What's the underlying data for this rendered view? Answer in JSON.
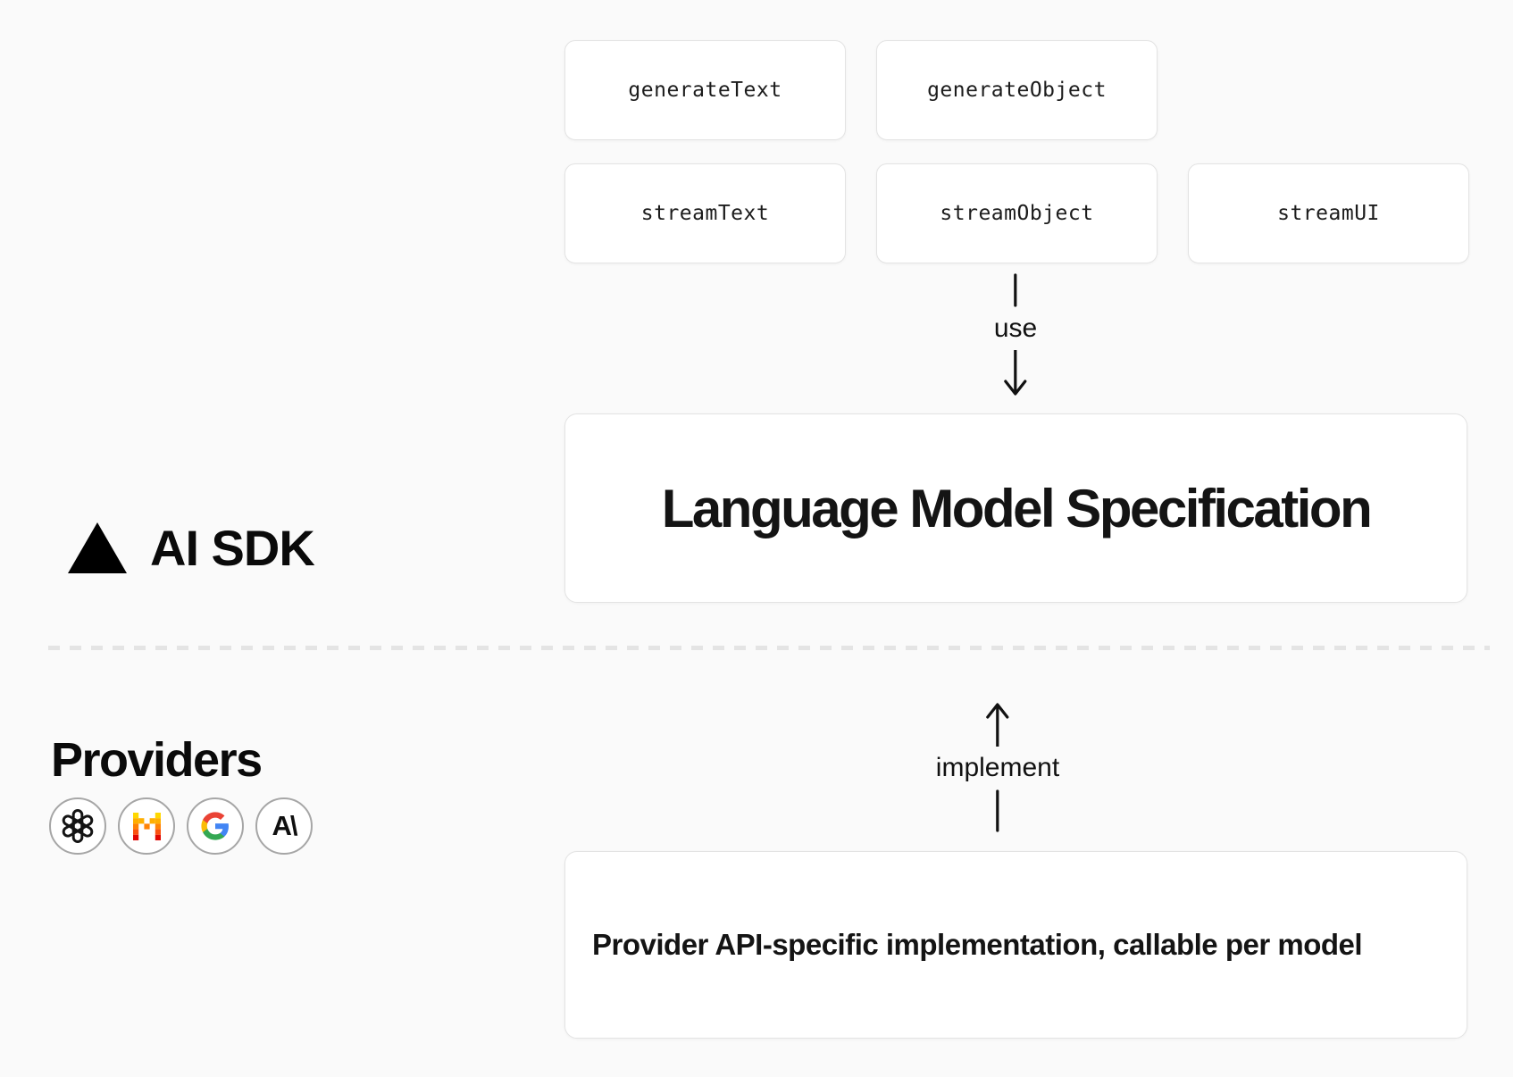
{
  "diagram_title": "AI SDK architecture diagram",
  "colors": {
    "background": "#fafafa",
    "card_background": "#ffffff",
    "card_border": "#e3e3e3",
    "text": "#111111",
    "dashed_divider": "#e4e4e4",
    "provider_circle_border": "#a6a6a6",
    "google_brand": [
      "#4285F4",
      "#34A853",
      "#FBBC05",
      "#EA4335"
    ],
    "mistral_brand": [
      "#FFD800",
      "#FFAF00",
      "#FF8205",
      "#FA500F",
      "#E10500"
    ]
  },
  "ai_sdk": {
    "logo_text": "AI SDK",
    "functions": {
      "row1": [
        {
          "label": "generateText"
        },
        {
          "label": "generateObject"
        }
      ],
      "row2": [
        {
          "label": "streamText"
        },
        {
          "label": "streamObject"
        },
        {
          "label": "streamUI"
        }
      ]
    },
    "use_arrow_label": "use",
    "spec_box": {
      "title": "Language Model Specification"
    }
  },
  "providers": {
    "heading": "Providers",
    "icons": [
      {
        "name": "openai-icon"
      },
      {
        "name": "mistral-icon"
      },
      {
        "name": "google-icon"
      },
      {
        "name": "anthropic-icon",
        "glyph": "A\\"
      }
    ],
    "implement_arrow_label": "implement",
    "implementation_box": {
      "text": "Provider API-specific implementation, callable per model"
    }
  }
}
